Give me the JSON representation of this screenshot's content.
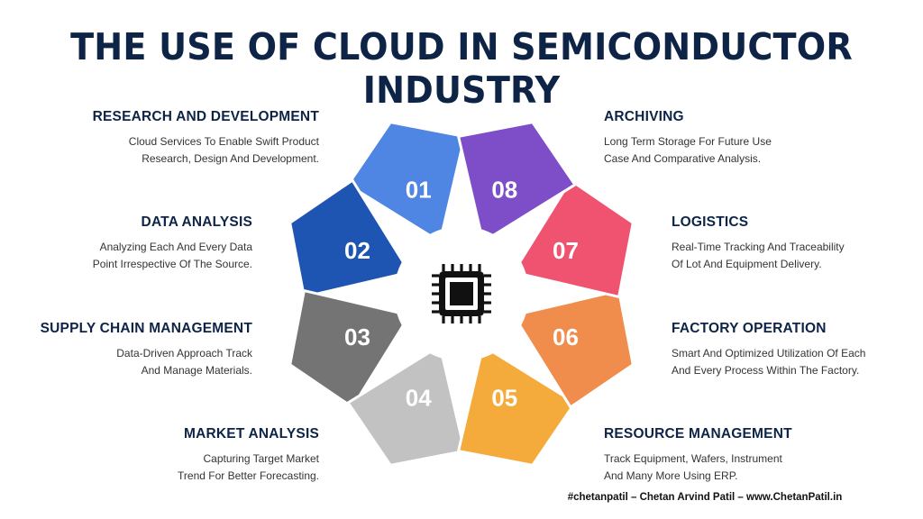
{
  "title": "THE USE OF CLOUD IN SEMICONDUCTOR INDUSTRY",
  "center_icon": "microchip-icon",
  "segments": [
    {
      "number": "01",
      "label": "RESEARCH AND DEVELOPMENT",
      "lines": [
        "Cloud Services To Enable Swift Product",
        "Research, Design And Development."
      ],
      "color": "#4f86e3"
    },
    {
      "number": "02",
      "label": "DATA ANALYSIS",
      "lines": [
        "Analyzing Each And Every Data",
        "Point Irrespective Of The Source."
      ],
      "color": "#1e55b3"
    },
    {
      "number": "03",
      "label": "SUPPLY CHAIN MANAGEMENT",
      "lines": [
        "Data-Driven Approach Track",
        "And Manage Materials."
      ],
      "color": "#747474"
    },
    {
      "number": "04",
      "label": "MARKET ANALYSIS",
      "lines": [
        "Capturing Target Market",
        "Trend For Better Forecasting."
      ],
      "color": "#c2c2c2"
    },
    {
      "number": "05",
      "label": "RESOURCE MANAGEMENT",
      "lines": [
        "Track Equipment, Wafers, Instrument",
        "And Many More Using ERP."
      ],
      "color": "#f5ab3c"
    },
    {
      "number": "06",
      "label": "FACTORY OPERATION",
      "lines": [
        "Smart And Optimized Utilization Of Each",
        "And Every Process Within The Factory."
      ],
      "color": "#f08c4c"
    },
    {
      "number": "07",
      "label": "LOGISTICS",
      "lines": [
        "Real-Time Tracking And Traceability",
        "Of Lot And Equipment Delivery."
      ],
      "color": "#ef5370"
    },
    {
      "number": "08",
      "label": "ARCHIVING",
      "lines": [
        "Long Term Storage For Future Use",
        "Case And Comparative Analysis."
      ],
      "color": "#7e4ec9"
    }
  ],
  "footer": "#chetanpatil – Chetan Arvind Patil – www.ChetanPatil.in"
}
